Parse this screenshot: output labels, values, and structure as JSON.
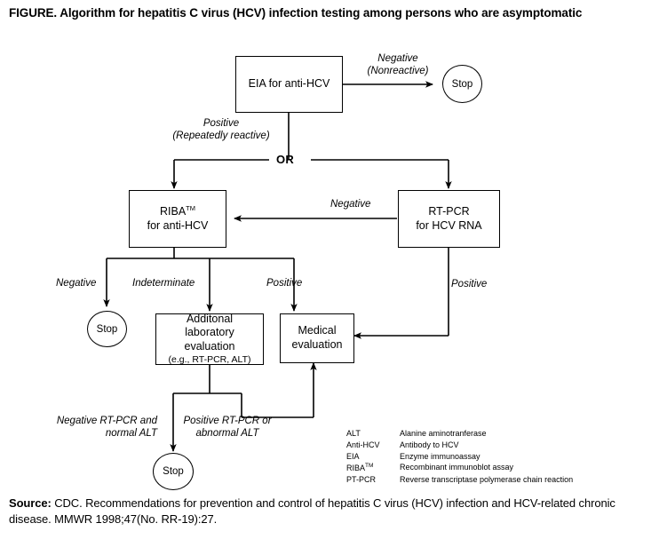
{
  "figure": {
    "title": "FIGURE. Algorithm for hepatitis C virus (HCV) infection testing among persons who are asymptomatic"
  },
  "nodes": {
    "eia": {
      "name": "eia-for-anti-hcv",
      "line1": "EIA for anti-HCV"
    },
    "stop_top": {
      "name": "stop-negative-eia",
      "label": "Stop"
    },
    "riba": {
      "name": "riba-for-anti-hcv",
      "line1": "RIBA",
      "tm": "TM",
      "line2": "for anti-HCV"
    },
    "rtpcr": {
      "name": "rt-pcr-for-hcv-rna",
      "line1": "RT-PCR",
      "line2": "for HCV RNA"
    },
    "stop_riba_negative": {
      "name": "stop-riba-negative",
      "label": "Stop"
    },
    "additional_lab": {
      "name": "additional-laboratory-evaluation",
      "line1": "Additonal",
      "line2": "laboratory",
      "line3": "evaluation",
      "sub": "(e.g., RT-PCR, ALT)"
    },
    "medical_eval": {
      "name": "medical-evaluation",
      "line1": "Medical",
      "line2": "evaluation"
    },
    "stop_bottom": {
      "name": "stop-negative-rtpcr-normal-alt",
      "label": "Stop"
    }
  },
  "edges": {
    "eia_negative": {
      "l1": "Negative",
      "l2": "(Nonreactive)"
    },
    "eia_positive": {
      "l1": "Positive",
      "l2": "(Repeatedly reactive)"
    },
    "or": "OR",
    "rtpcr_negative": "Negative",
    "riba_negative": "Negative",
    "riba_indeterminate": "Indeterminate",
    "riba_positive": "Positive",
    "rtpcr_positive": "Positive",
    "lab_negative": {
      "l1": "Negative RT-PCR and",
      "l2": "normal ALT"
    },
    "lab_positive": {
      "l1": "Positive RT-PCR or",
      "l2": "abnormal ALT"
    }
  },
  "legend": [
    {
      "abbr": "ALT",
      "tm": "",
      "definition": "Alanine aminotranferase"
    },
    {
      "abbr": "Anti-HCV",
      "tm": "",
      "definition": "Antibody to HCV"
    },
    {
      "abbr": "EIA",
      "tm": "",
      "definition": "Enzyme immunoassay"
    },
    {
      "abbr": "RIBA",
      "tm": "TM",
      "definition": "Recombinant immunoblot assay"
    },
    {
      "abbr": "PT-PCR",
      "tm": "",
      "definition": "Reverse transcriptase polymerase chain reaction"
    }
  ],
  "source": {
    "label": "Source:",
    "text": " CDC. Recommendations for prevention and control of hepatitis C virus (HCV) infection and HCV-related chronic disease. MMWR 1998;47(No. RR-19):27."
  },
  "colors": {
    "ink": "#000000",
    "background": "#ffffff"
  }
}
